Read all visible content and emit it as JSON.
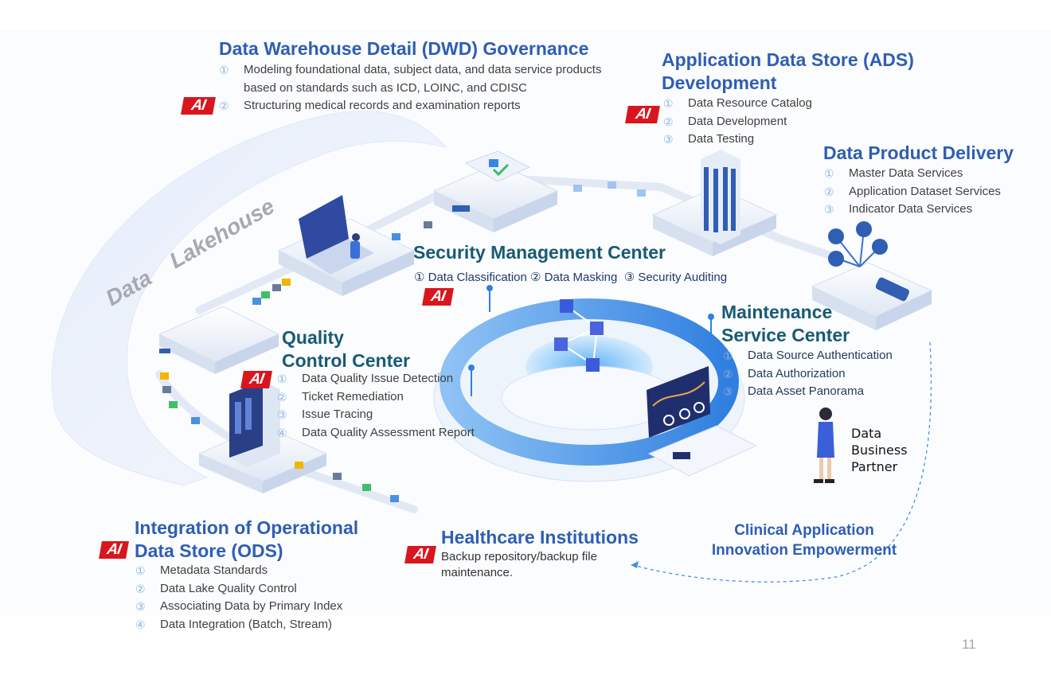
{
  "dwd": {
    "title": "Data Warehouse Detail (DWD) Governance",
    "items": [
      {
        "num": "①",
        "text": "Modeling foundational data, subject data, and data service products based on standards such as ICD, LOINC, and CDISC"
      },
      {
        "num": "②",
        "text": "Structuring medical records and examination reports"
      }
    ]
  },
  "ads": {
    "title_line1": "Application Data Store (ADS)",
    "title_line2": "Development",
    "items": [
      {
        "num": "①",
        "text": "Data Resource Catalog"
      },
      {
        "num": "②",
        "text": "Data Development"
      },
      {
        "num": "③",
        "text": "Data Testing"
      }
    ]
  },
  "delivery": {
    "title": "Data Product Delivery",
    "items": [
      {
        "num": "①",
        "text": "Master Data Services"
      },
      {
        "num": "②",
        "text": "Application Dataset Services"
      },
      {
        "num": "③",
        "text": "Indicator Data Services"
      }
    ]
  },
  "security": {
    "title": "Security Management Center",
    "items": [
      {
        "num": "①",
        "text": "Data Classification"
      },
      {
        "num": "②",
        "text": "Data Masking"
      },
      {
        "num": "③",
        "text": "Security Auditing"
      }
    ]
  },
  "maintenance": {
    "title_line1": "Maintenance",
    "title_line2": "Service Center",
    "items": [
      {
        "num": "①",
        "text": "Data Source Authentication"
      },
      {
        "num": "②",
        "text": "Data Authorization"
      },
      {
        "num": "③",
        "text": "Data Asset Panorama"
      }
    ]
  },
  "quality": {
    "title_line1": "Quality",
    "title_line2": "Control Center",
    "items": [
      {
        "num": "①",
        "text": "Data Quality Issue Detection"
      },
      {
        "num": "②",
        "text": "Ticket Remediation"
      },
      {
        "num": "③",
        "text": "Issue Tracing"
      },
      {
        "num": "④",
        "text": "Data Quality Assessment Report"
      }
    ]
  },
  "ods": {
    "title_line1": "Integration of Operational",
    "title_line2": "Data Store (ODS)",
    "items": [
      {
        "num": "①",
        "text": "Metadata Standards"
      },
      {
        "num": "②",
        "text": "Data Lake Quality Control"
      },
      {
        "num": "③",
        "text": "Associating Data by Primary Index"
      },
      {
        "num": "④",
        "text": "Data Integration (Batch, Stream)"
      }
    ]
  },
  "healthcare": {
    "title": "Healthcare Institutions",
    "text": "Backup repository/backup file maintenance."
  },
  "clinical": {
    "line1": "Clinical Application",
    "line2": "Innovation Empowerment"
  },
  "partner": {
    "line1": "Data",
    "line2": "Business",
    "line3": "Partner"
  },
  "lakehouse": {
    "word1": "Data",
    "word2": "Lakehouse"
  },
  "ai_label": "AI",
  "page_number": "11",
  "colors": {
    "title_blue": "#2f5eb2",
    "title_teal": "#185a73",
    "ai_red": "#d9161d",
    "platform_blue": "#3a86e8"
  }
}
